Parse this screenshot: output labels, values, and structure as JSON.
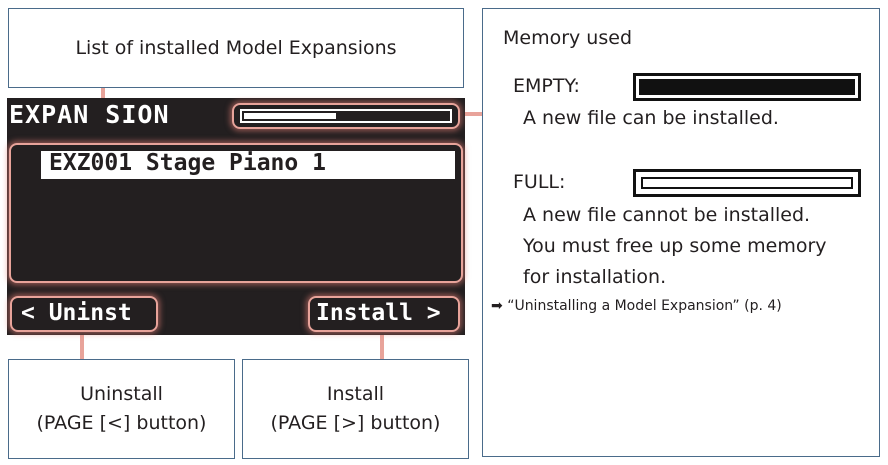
{
  "callouts": {
    "list": "List of installed Model Expansions",
    "uninstall_title": "Uninstall",
    "uninstall_sub": "(PAGE [<] button)",
    "install_title": "Install",
    "install_sub": "(PAGE [>] button)"
  },
  "screen": {
    "title": "EXPAN SION",
    "selected_item": "EXZ001 Stage Piano 1",
    "left_button": "< Uninst",
    "right_button": "Install >",
    "memory_level": 0.45
  },
  "memory": {
    "heading": "Memory used",
    "empty_label": "EMPTY:",
    "empty_desc": "A new file can be installed.",
    "full_label": "FULL:",
    "full_desc_1": "A new file cannot be installed.",
    "full_desc_2": "You must free up some memory",
    "full_desc_3": "for installation.",
    "ref_arrow": "➡",
    "ref_text": "“Uninstalling a Model Expansion” (p. 4)"
  },
  "colors": {
    "highlight": "#e8a39a",
    "screen_bg": "#231f20",
    "border": "#4a6b8a"
  }
}
